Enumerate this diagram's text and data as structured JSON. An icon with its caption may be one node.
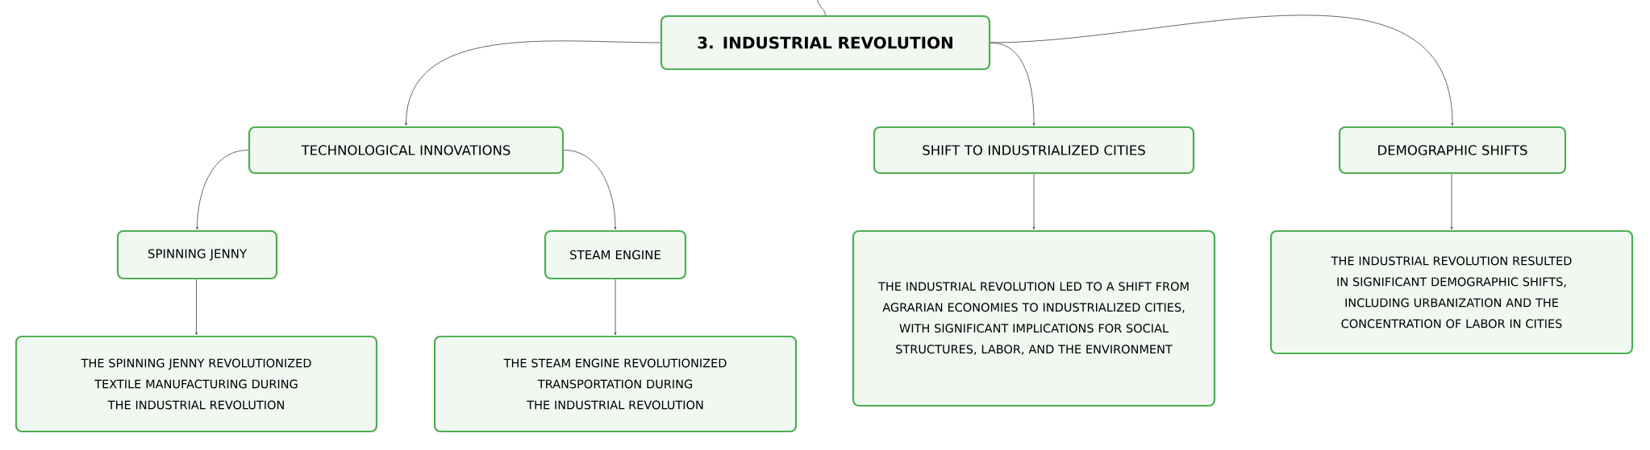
{
  "diagram": {
    "nodes": [
      {
        "text": [
          "3. INDUSTRIAL REVOLUTION"
        ]
      },
      {
        "text": [
          "TECHNOLOGICAL INNOVATIONS"
        ]
      },
      {
        "text": [
          "SHIFT TO INDUSTRIALIZED CITIES"
        ]
      },
      {
        "text": [
          "DEMOGRAPHIC SHIFTS"
        ]
      },
      {
        "text": [
          "SPINNING JENNY"
        ]
      },
      {
        "text": [
          "STEAM ENGINE"
        ]
      },
      {
        "text": [
          "THE SPINNING JENNY REVOLUTIONIZED TEXTILE MANUFACTURING DURING THE INDUSTRIAL REVOLUTION"
        ]
      },
      {
        "text": [
          "THE STEAM ENGINE REVOLUTIONIZED TRANSPORTATION DURING THE INDUSTRIAL REVOLUTION"
        ]
      },
      {
        "text": [
          "THE INDUSTRIAL REVOLUTION LED TO A SHIFT FROM AGRARIAN ECONOMIES TO INDUSTRIALIZED CITIES, WITH SIGNIFICANT IMPLICATIONS FOR SOCIAL STRUCTURES, LABOR, AND THE ENVIRONMENT"
        ]
      },
      {
        "text": [
          "THE INDUSTRIAL REVOLUTION RESULTED IN SIGNIFICANT DEMOGRAPHIC SHIFTS, INCLUDING URBANIZATION AND THE CONCENTRATION OF LABOR IN CITIES"
        ]
      }
    ],
    "edges": [
      {
        "from": null,
        "to": 0,
        "arrow": "none"
      },
      {
        "from": 0,
        "to": 1,
        "arrow": "to"
      },
      {
        "from": 0,
        "to": 2,
        "arrow": "to"
      },
      {
        "from": 0,
        "to": 3,
        "arrow": "to"
      },
      {
        "from": 1,
        "to": 4,
        "arrow": "to"
      },
      {
        "from": 1,
        "to": 5,
        "arrow": "to"
      },
      {
        "from": 4,
        "to": 6,
        "arrow": "to"
      },
      {
        "from": 5,
        "to": 7,
        "arrow": "to"
      },
      {
        "from": 2,
        "to": 8,
        "arrow": "to"
      },
      {
        "from": 3,
        "to": 9,
        "arrow": "to"
      }
    ]
  }
}
